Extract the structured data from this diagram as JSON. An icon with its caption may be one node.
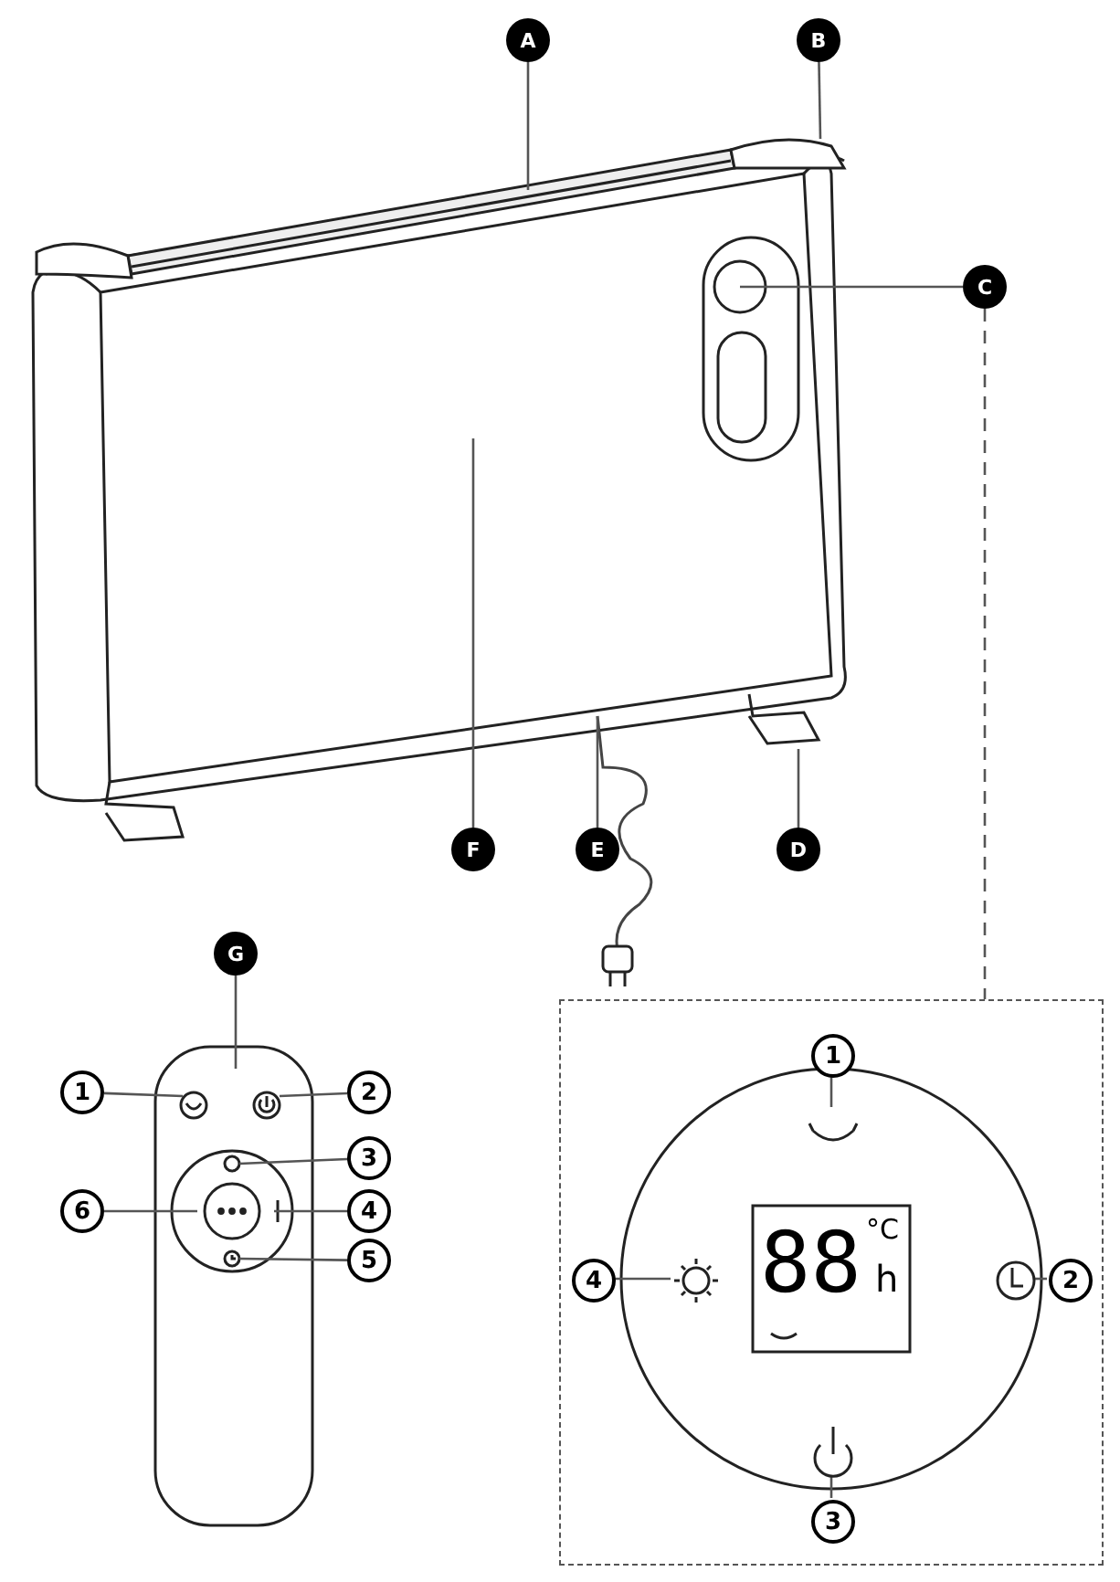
{
  "diagram": {
    "nodes": [
      {
        "text": [
          "A"
        ]
      },
      {
        "text": [
          "B"
        ]
      },
      {
        "text": [
          "C"
        ]
      },
      {
        "text": [
          "D"
        ]
      },
      {
        "text": [
          "E"
        ]
      },
      {
        "text": [
          "F"
        ]
      },
      {
        "text": [
          "G"
        ]
      },
      {
        "text": [],
        "shape": "box"
      },
      {
        "text": [
          "1"
        ],
        "in": 7
      },
      {
        "text": [
          "4"
        ],
        "in": 7
      },
      {
        "text": [
          "2"
        ],
        "in": 7
      },
      {
        "text": [
          "3"
        ],
        "in": 7
      },
      {
        "text": [
          "1"
        ]
      },
      {
        "text": [
          "2"
        ]
      },
      {
        "text": [
          "3"
        ]
      },
      {
        "text": [
          "6"
        ]
      },
      {
        "text": [
          "4"
        ]
      },
      {
        "text": [
          "5"
        ]
      },
      {
        "text": [],
        "shape": "arrow",
        "in": 7
      },
      {
        "text": [],
        "shape": "sun",
        "in": 7
      },
      {
        "text": [],
        "shape": "clock",
        "in": 7
      },
      {
        "text": [],
        "shape": "power",
        "in": 7
      }
    ],
    "edges": [
      {
        "from": 0,
        "to": null,
        "arrow": "none"
      },
      {
        "from": 1,
        "to": null,
        "arrow": "none"
      },
      {
        "from": 2,
        "to": null,
        "arrow": "none"
      },
      {
        "from": 2,
        "to": 7,
        "arrow": "none",
        "style": "dashed"
      },
      {
        "from": 3,
        "to": null,
        "arrow": "none"
      },
      {
        "from": 4,
        "to": null,
        "arrow": "none"
      },
      {
        "from": 5,
        "to": null,
        "arrow": "none"
      },
      {
        "from": 6,
        "to": null,
        "arrow": "none"
      },
      {
        "from": 8,
        "to": 18,
        "arrow": "none"
      },
      {
        "from": 9,
        "to": 19,
        "arrow": "none"
      },
      {
        "from": 10,
        "to": 20,
        "arrow": "none"
      },
      {
        "from": 11,
        "to": 21,
        "arrow": "none"
      },
      {
        "from": 12,
        "to": null,
        "arrow": "none"
      },
      {
        "from": 13,
        "to": null,
        "arrow": "none"
      },
      {
        "from": 14,
        "to": null,
        "arrow": "none"
      },
      {
        "from": 15,
        "to": null,
        "arrow": "none"
      },
      {
        "from": 16,
        "to": null,
        "arrow": "none"
      },
      {
        "from": 17,
        "to": null,
        "arrow": "none"
      }
    ],
    "labels": [
      "88",
      "°C",
      "h"
    ]
  }
}
